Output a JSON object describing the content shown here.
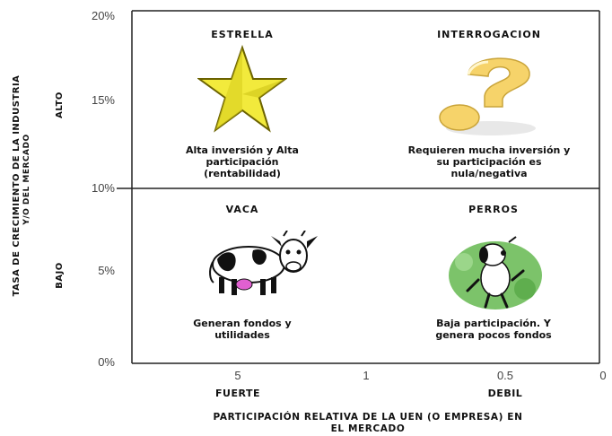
{
  "y_axis": {
    "title_line1": "TASA DE CRECIMIENTO DE LA INDUSTRIA",
    "title_line2": "Y/O DEL MERCADO",
    "high_label": "ALTO",
    "low_label": "BAJO",
    "ticks": [
      "20%",
      "15%",
      "10%",
      "5%",
      "0%"
    ]
  },
  "x_axis": {
    "ticks": [
      "5",
      "1",
      "0.5",
      "0"
    ],
    "strong_label": "FUERTE",
    "weak_label": "DEBIL",
    "title_line1": "PARTICIPACIÓN RELATIVA DE LA UEN (O EMPRESA) EN",
    "title_line2": "EL MERCADO"
  },
  "quadrants": {
    "star": {
      "title": "ESTRELLA",
      "desc_line1": "Alta inversión y Alta",
      "desc_line2": "participación",
      "desc_line3": "(rentabilidad)",
      "icon": "star-icon"
    },
    "question": {
      "title": "INTERROGACION",
      "desc_line1": "Requieren mucha inversión y",
      "desc_line2": "su participación es",
      "desc_line3": "nula/negativa",
      "icon": "question-mark-icon"
    },
    "cow": {
      "title": "VACA",
      "desc_line1": "Generan fondos y",
      "desc_line2": "utilidades",
      "icon": "cow-icon"
    },
    "dog": {
      "title": "PERROS",
      "desc_line1": "Baja participación. Y",
      "desc_line2": "genera pocos fondos",
      "icon": "dog-icon"
    }
  },
  "colors": {
    "star_fill": "#f2ea3c",
    "question_fill": "#f6d36a",
    "dog_bg": "#7cc36a"
  }
}
